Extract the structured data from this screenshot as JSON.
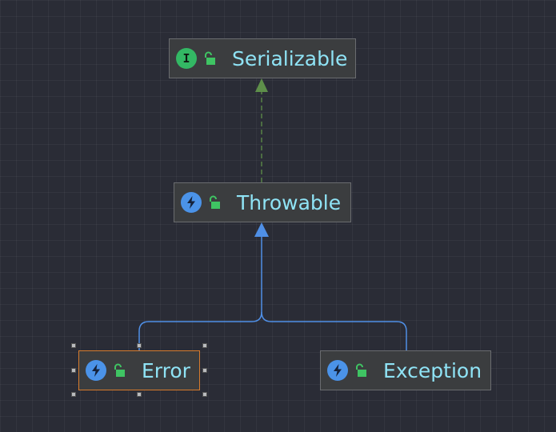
{
  "diagram": {
    "nodes": [
      {
        "id": "serializable",
        "label": "Serializable",
        "kind": "interface",
        "kind_letter": "I",
        "visibility_icon": "unlock-icon"
      },
      {
        "id": "throwable",
        "label": "Throwable",
        "kind": "class",
        "kind_icon": "lightning-icon",
        "visibility_icon": "unlock-icon"
      },
      {
        "id": "error",
        "label": "Error",
        "kind": "class",
        "kind_icon": "lightning-icon",
        "visibility_icon": "unlock-icon",
        "selected": true
      },
      {
        "id": "exception",
        "label": "Exception",
        "kind": "class",
        "kind_icon": "lightning-icon",
        "visibility_icon": "unlock-icon"
      }
    ],
    "edges": [
      {
        "from": "throwable",
        "to": "serializable",
        "type": "implements",
        "style": "dashed",
        "color": "#5e8f4a"
      },
      {
        "from": "error",
        "to": "throwable",
        "type": "extends",
        "style": "solid",
        "color": "#4f8fe6"
      },
      {
        "from": "exception",
        "to": "throwable",
        "type": "extends",
        "style": "solid",
        "color": "#4f8fe6"
      }
    ]
  },
  "colors": {
    "background": "#2a2c36",
    "node_fill": "#3b3d3f",
    "node_border": "#6a6c70",
    "label": "#8fe3f5",
    "selected_border": "#d77b2d",
    "interface_badge": "#33b864",
    "class_badge": "#4b93e8",
    "lock": "#3fc463"
  }
}
